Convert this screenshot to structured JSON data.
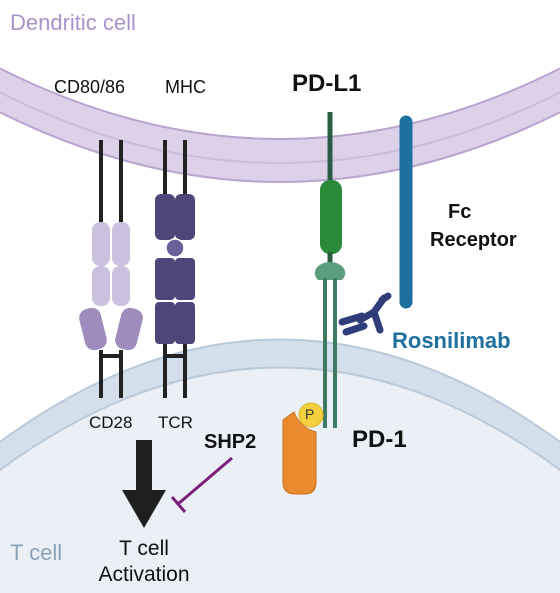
{
  "cells": {
    "top": "Dendritic cell",
    "bottom": "T cell"
  },
  "labels": {
    "cd80_86": "CD80/86",
    "mhc": "MHC",
    "pd_l1": "PD-L1",
    "fc_receptor_line1": "Fc",
    "fc_receptor_line2": "Receptor",
    "rosnilimab": "Rosnilimab",
    "cd28": "CD28",
    "tcr": "TCR",
    "shp2": "SHP2",
    "pd_1": "PD-1",
    "phospho": "P",
    "activation_line1": "T cell",
    "activation_line2": "Activation"
  },
  "colors": {
    "dc_membrane": "#d8cce6",
    "dc_membrane_line": "#b7a4cf",
    "dc_text": "#a793c6",
    "tcell_fill": "#eaf0f6",
    "tcell_membrane": "#c9d6e3",
    "tcell_text": "#8aa1b8",
    "cd80": "#cbc0dd",
    "cd28": "#9e8cbc",
    "tcr": "#4e4578",
    "pdl1": "#2a8a3a",
    "pd1": "#5b9e7e",
    "fc": "#1f6f9f",
    "antibody": "#2f3e7a",
    "rosnilimab_text": "#1f6f9f",
    "shp2": "#e98a2e",
    "phospho": "#f4d03f",
    "inhibit": "#7b1f7b",
    "arrow": "#1f1f1f"
  }
}
